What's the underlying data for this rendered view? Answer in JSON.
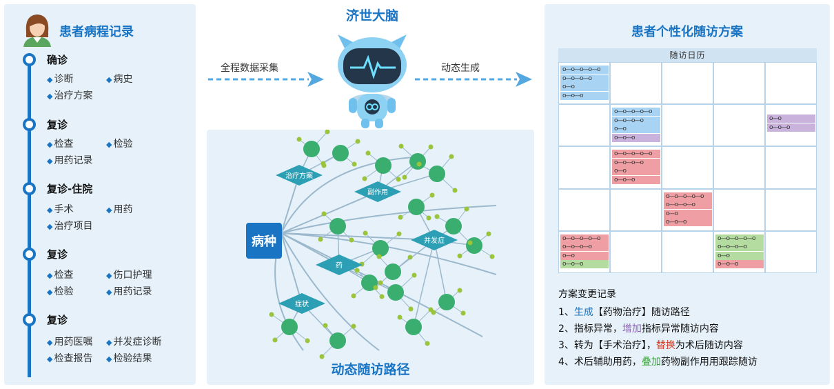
{
  "left": {
    "title": "患者病程记录",
    "stages": [
      {
        "title": "确诊",
        "items": [
          "诊断",
          "病史",
          "治疗方案"
        ]
      },
      {
        "title": "复诊",
        "items": [
          "检查",
          "检验",
          "用药记录"
        ]
      },
      {
        "title": "复诊-住院",
        "items": [
          "手术",
          "用药",
          "治疗项目"
        ]
      },
      {
        "title": "复诊",
        "items": [
          "检查",
          "伤口护理",
          "检验",
          "用药记录"
        ]
      },
      {
        "title": "复诊",
        "items": [
          "用药医嘱",
          "并发症诊断",
          "检查报告",
          "检验结果"
        ]
      }
    ]
  },
  "center": {
    "brain_title": "济世大脑",
    "arrow_left_label": "全程数据采集",
    "arrow_right_label": "动态生成",
    "network_title": "动态随访路径",
    "disease_label": "病种",
    "branch_labels": [
      "治疗方案",
      "副作用",
      "并发症",
      "药",
      "症状"
    ]
  },
  "right": {
    "title": "患者个性化随访方案",
    "calendar_header": "随访日历",
    "record_title": "方案变更记录",
    "records": [
      {
        "prefix": "1、",
        "highlight": "生成",
        "suffix": "【药物治疗】随访路径",
        "color": "#1a74c4"
      },
      {
        "prefix": "2、指标异常，",
        "highlight": "增加",
        "suffix": "指标异常随访内容",
        "color": "#8a5cb5"
      },
      {
        "prefix": "3、转为【手术治疗】，",
        "highlight": "替换",
        "suffix": "为术后随访内容",
        "color": "#d9381e"
      },
      {
        "prefix": "4、术后辅助用药，",
        "highlight": "叠加",
        "suffix": "药物副作用用跟踪随访",
        "color": "#3aa53a"
      }
    ]
  },
  "colors": {
    "accent": "#1a74c4",
    "blue_event": "#a9d3f2",
    "purple_event": "#c9b3dc",
    "red_event": "#ef9fa3",
    "green_event": "#b5dca0",
    "node": "#3aae6f",
    "leaf": "#9ac43c",
    "diamond": "#2c9fb4"
  }
}
